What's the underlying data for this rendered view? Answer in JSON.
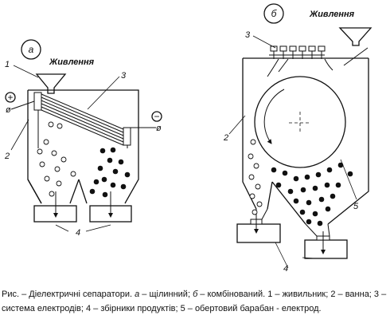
{
  "panel_a": {
    "letter": "а",
    "feed_label": "Живлення",
    "plus_sign": "+",
    "minus_sign": "−",
    "terminal_plus": "ø",
    "terminal_minus": "ø",
    "num1": "1",
    "num2": "2",
    "num3": "3",
    "num4": "4"
  },
  "panel_b": {
    "letter": "б",
    "feed_label": "Живлення",
    "num2": "2",
    "num3": "3",
    "num4": "4",
    "num5": "5"
  },
  "caption": {
    "prefix": "Рис. – Діелектричні сепаратори. ",
    "a_letter": "а",
    "a_text": " – щілинний; ",
    "b_letter": "б",
    "b_text": " – комбінований. 1 – живильник; 2 – ванна; 3 – система електродів; 4 – збірники продуктів; 5 – обертовий барабан - електрод."
  }
}
